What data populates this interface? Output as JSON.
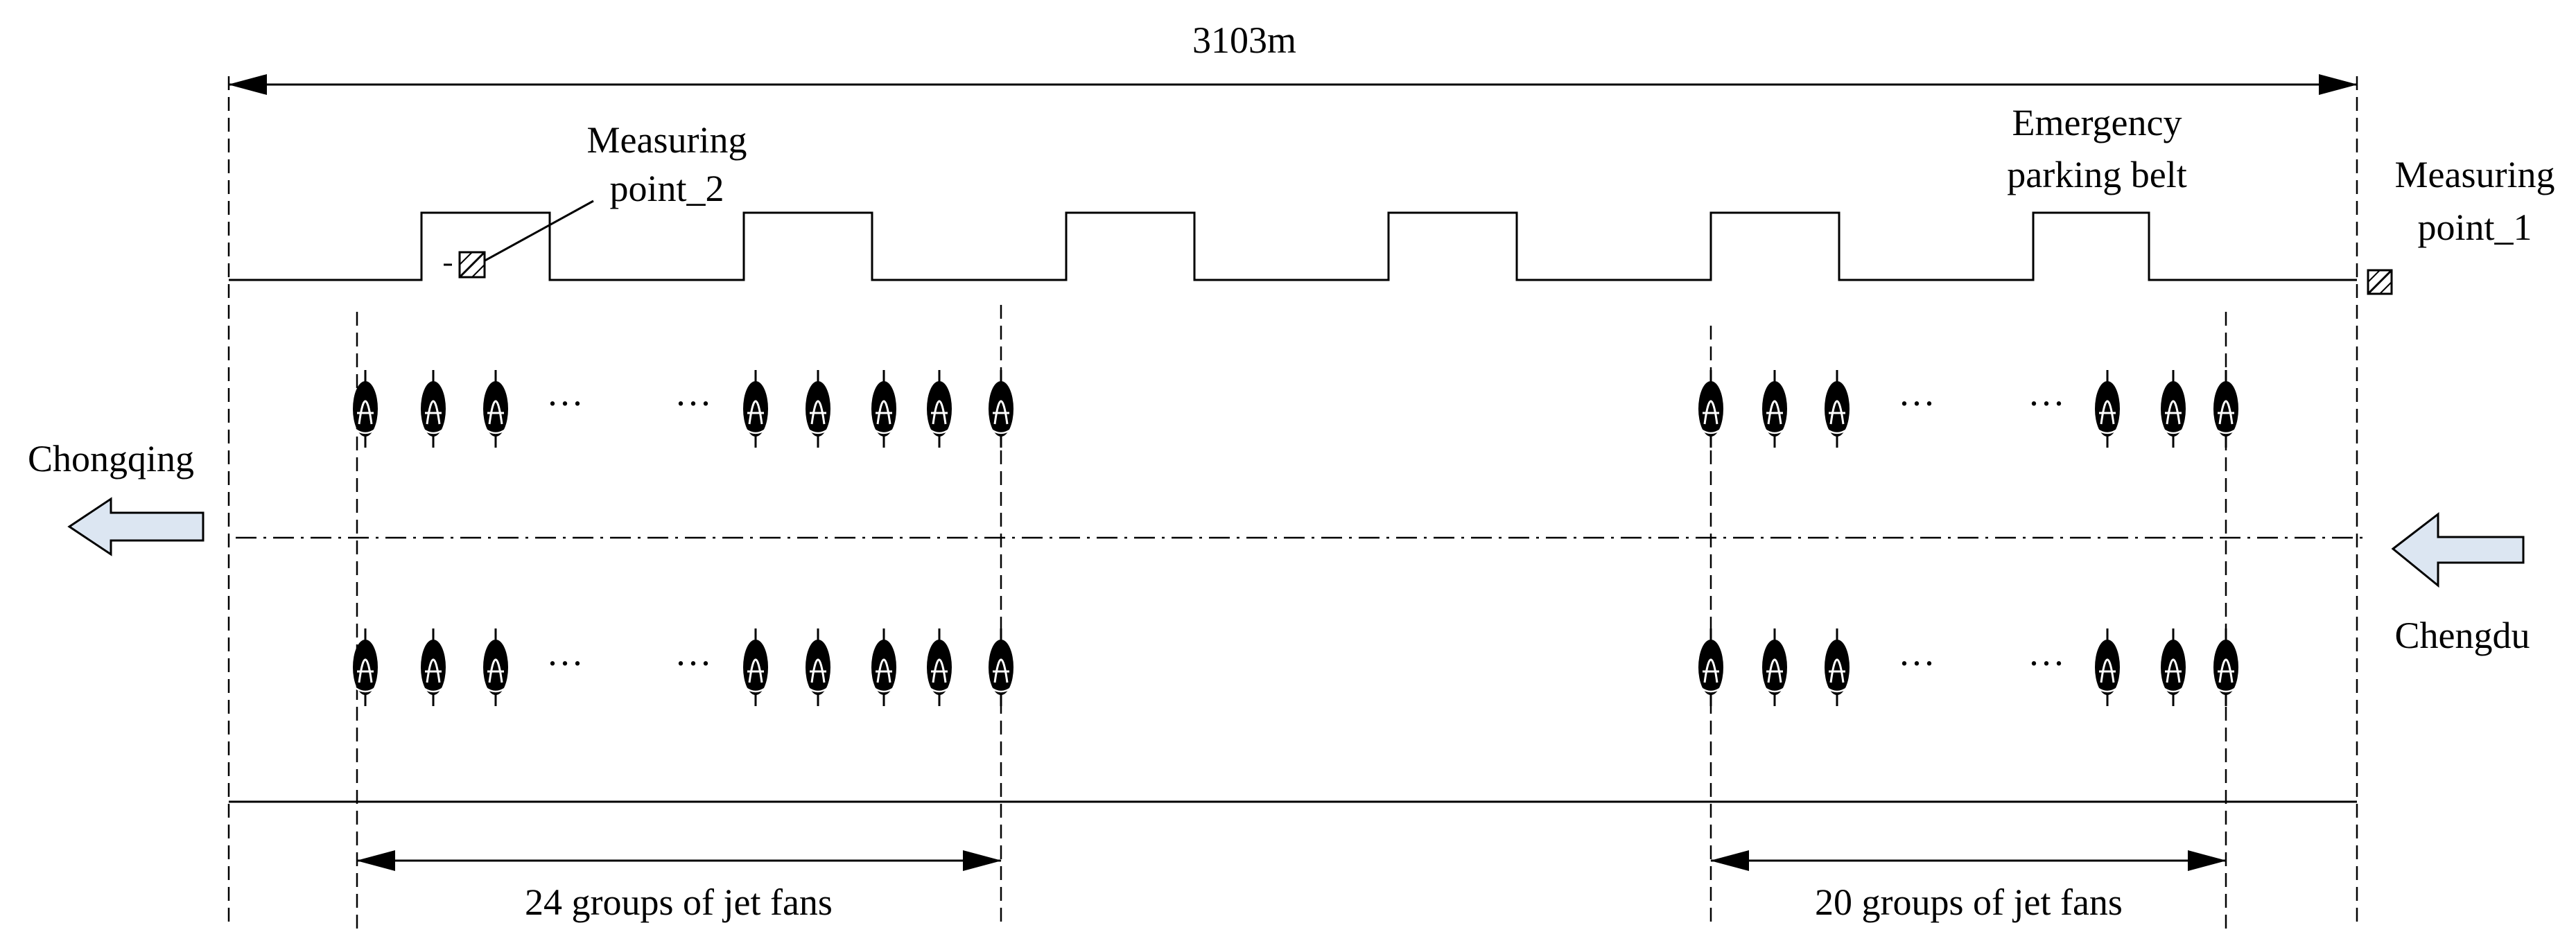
{
  "diagram": {
    "total_length": "3103m",
    "measuring_point_2": [
      "Measuring",
      "point_2"
    ],
    "measuring_point_1": [
      "Measuring",
      "point_1"
    ],
    "emergency_parking_belt": [
      "Emergency",
      "parking belt"
    ],
    "direction_left": "Chongqing",
    "direction_right": "Chengdu",
    "group_left_label": "24 groups of jet fans",
    "group_right_label": "20 groups of jet fans",
    "ellipsis": "···"
  }
}
